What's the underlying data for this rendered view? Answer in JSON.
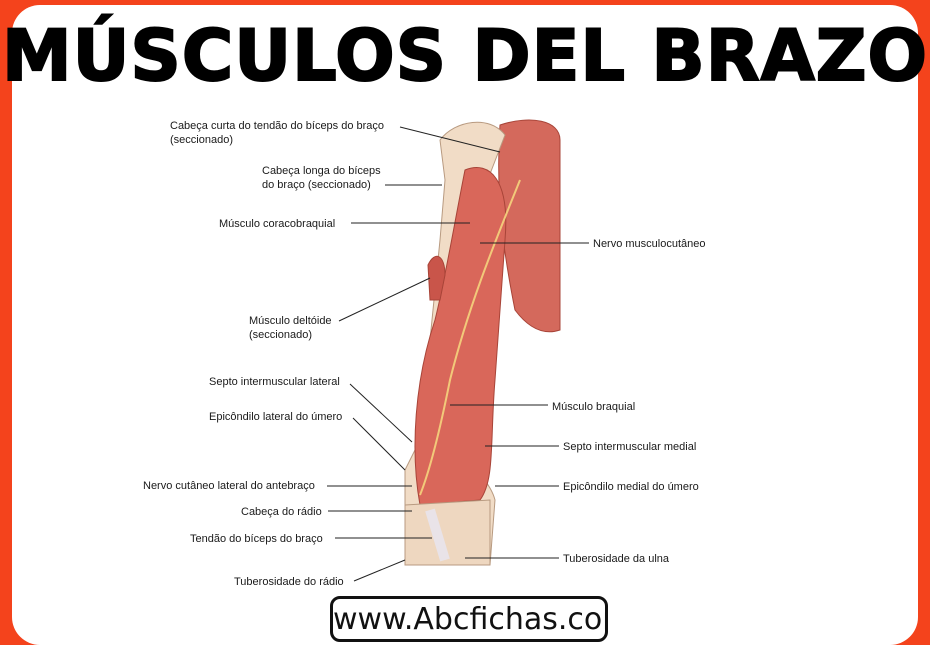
{
  "title": "MÚSCULOS DEL BRAZO",
  "labels_left": [
    {
      "lines": [
        "Cabeça curta do tendão do bíceps do braço",
        "(seccionado)"
      ]
    },
    {
      "lines": [
        "Cabeça longa do bíceps",
        "do braço (seccionado)"
      ]
    },
    {
      "lines": [
        "Músculo coracobraquial"
      ]
    },
    {
      "lines": [
        "Músculo deltóide",
        "(seccionado)"
      ]
    },
    {
      "lines": [
        "Septo intermuscular lateral"
      ]
    },
    {
      "lines": [
        "Epicôndilo lateral do úmero"
      ]
    },
    {
      "lines": [
        "Nervo cutâneo lateral do antebraço"
      ]
    },
    {
      "lines": [
        "Cabeça do rádio"
      ]
    },
    {
      "lines": [
        "Tendão do bíceps do braço"
      ]
    },
    {
      "lines": [
        "Tuberosidade do rádio"
      ]
    }
  ],
  "labels_right": [
    {
      "lines": [
        "Nervo musculocutâneo"
      ]
    },
    {
      "lines": [
        "Músculo braquial"
      ]
    },
    {
      "lines": [
        "Septo intermuscular medial"
      ]
    },
    {
      "lines": [
        "Epicôndilo medial do úmero"
      ]
    },
    {
      "lines": [
        "Tuberosidade da ulna"
      ]
    }
  ],
  "watermark": "www.Abcfichas.com",
  "colors": {
    "border": "#f4431c",
    "muscle": "#d9675a",
    "bone": "#f1dcc6"
  }
}
